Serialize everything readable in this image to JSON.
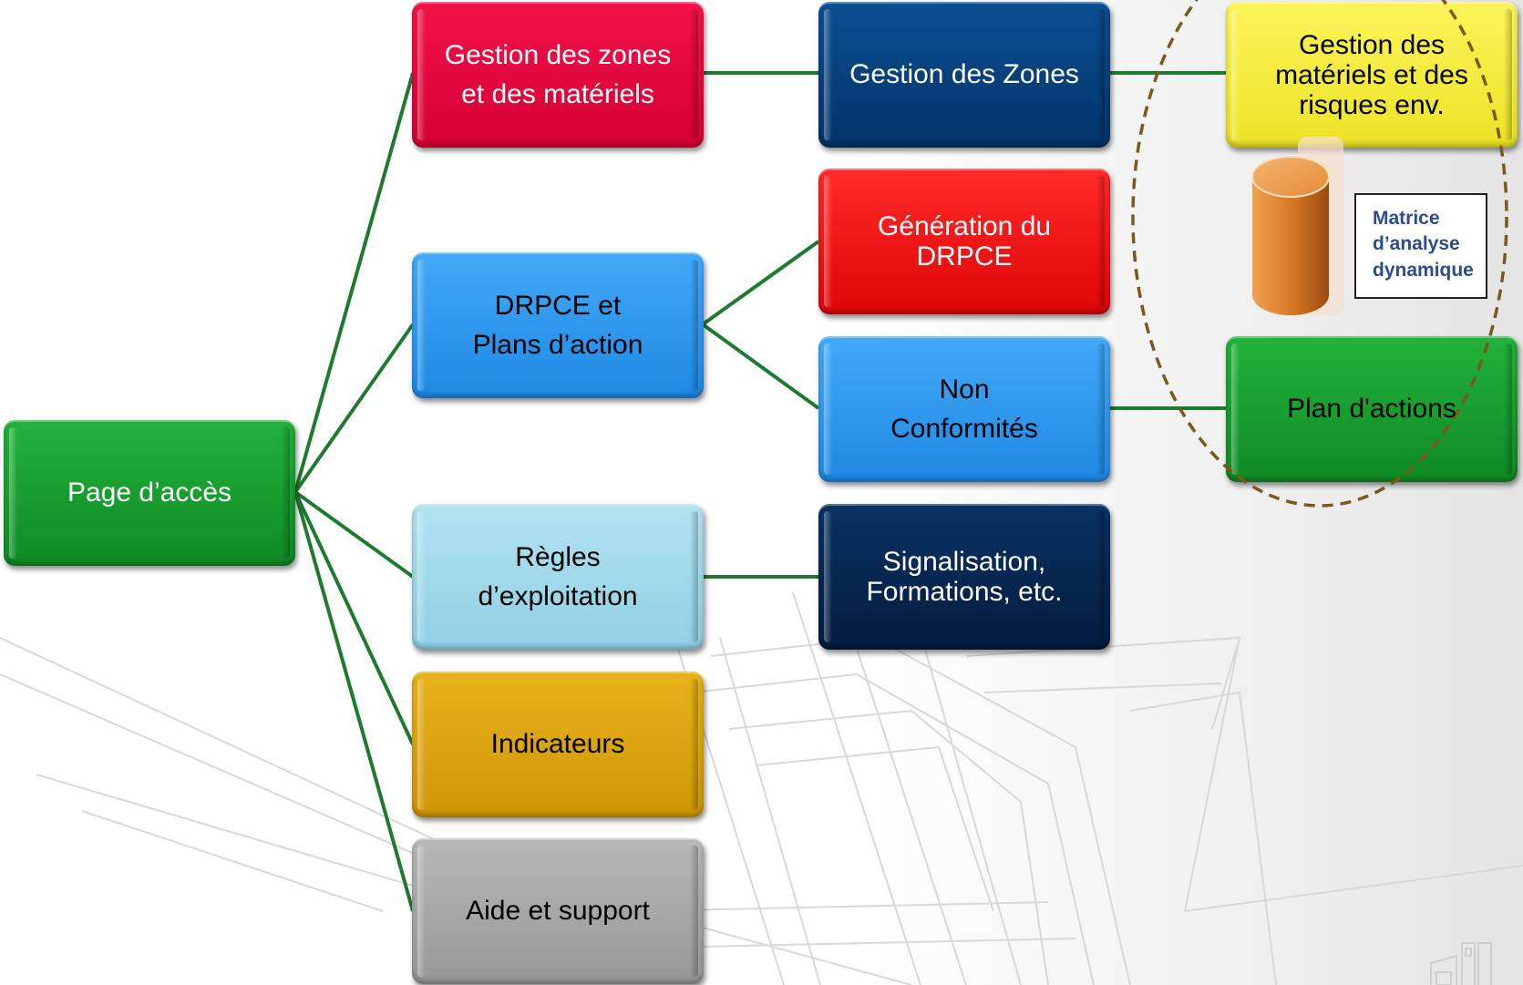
{
  "colors": {
    "connector": "#1e7a2e",
    "green": "#129a2a",
    "crimson": "#e8063a",
    "navy": "#063f7a",
    "red": "#f21010",
    "blue": "#2e9bf2",
    "lightblue": "#9fd9ea",
    "gold": "#dca30a",
    "gray": "#a8a8a8",
    "darknavy": "#06264f",
    "yellow": "#f6ee3a",
    "ellipse": "#7a5a1a"
  },
  "nodes": {
    "root": "Page d’accès",
    "zones_materiels": "Gestion des zones\net des matériels",
    "drpce": "DRPCE et\nPlans d’action",
    "regles": "Règles\nd’exploitation",
    "indicateurs": "Indicateurs",
    "aide": "Aide et support",
    "gestion_zones": "Gestion des Zones",
    "generation": "Génération du\nDRPCE",
    "non_conformites": "Non\nConformités",
    "signalisation": "Signalisation,\nFormations, etc.",
    "gestion_materiels": "Gestion des\nmatériels et des\nrisques env.",
    "plan_actions": "Plan d'actions"
  },
  "matrix_label": "Matrice\nd’analyse\ndynamique",
  "icons": {
    "database": "database-cylinder-icon",
    "logo": "building-logo-icon"
  }
}
